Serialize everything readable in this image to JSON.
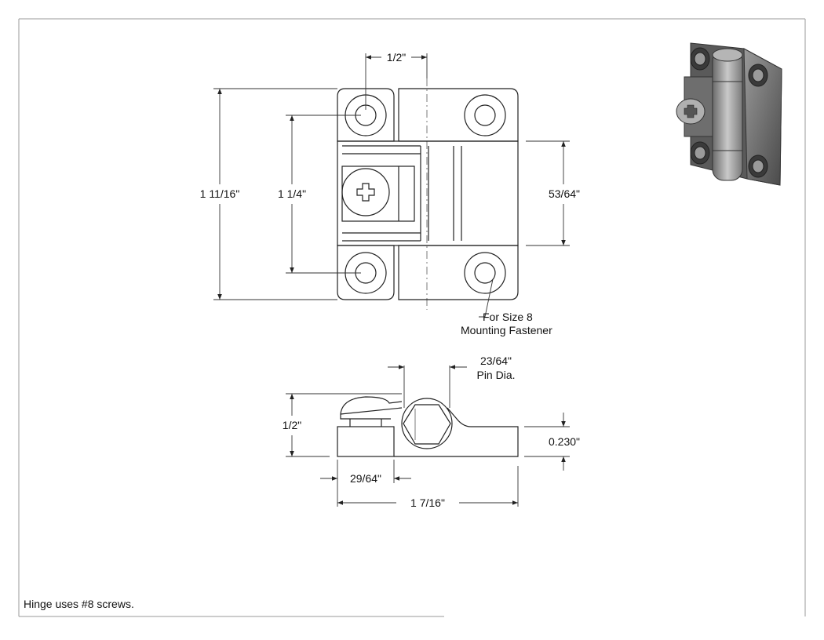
{
  "dimensions": {
    "hole_spacing_horizontal": "1/2\"",
    "overall_height": "1 11/16\"",
    "hole_spacing_vertical": "1 1/4\"",
    "knuckle_height": "53/64\"",
    "overall_thickness": "1/2\"",
    "leaf_thickness": "0.230\"",
    "screw_offset": "29/64\"",
    "overall_width": "1 7/16\"",
    "pin_diameter": [
      "23/64\"",
      "Pin Dia."
    ]
  },
  "callouts": {
    "fastener": [
      "For Size 8",
      "Mounting Fastener"
    ]
  },
  "footer_note": "Hinge uses #8 screws.",
  "colors": {
    "line": "#222222",
    "dim_line": "#333333",
    "metal_dark": "#555555",
    "metal_light": "#c8c8c8"
  }
}
